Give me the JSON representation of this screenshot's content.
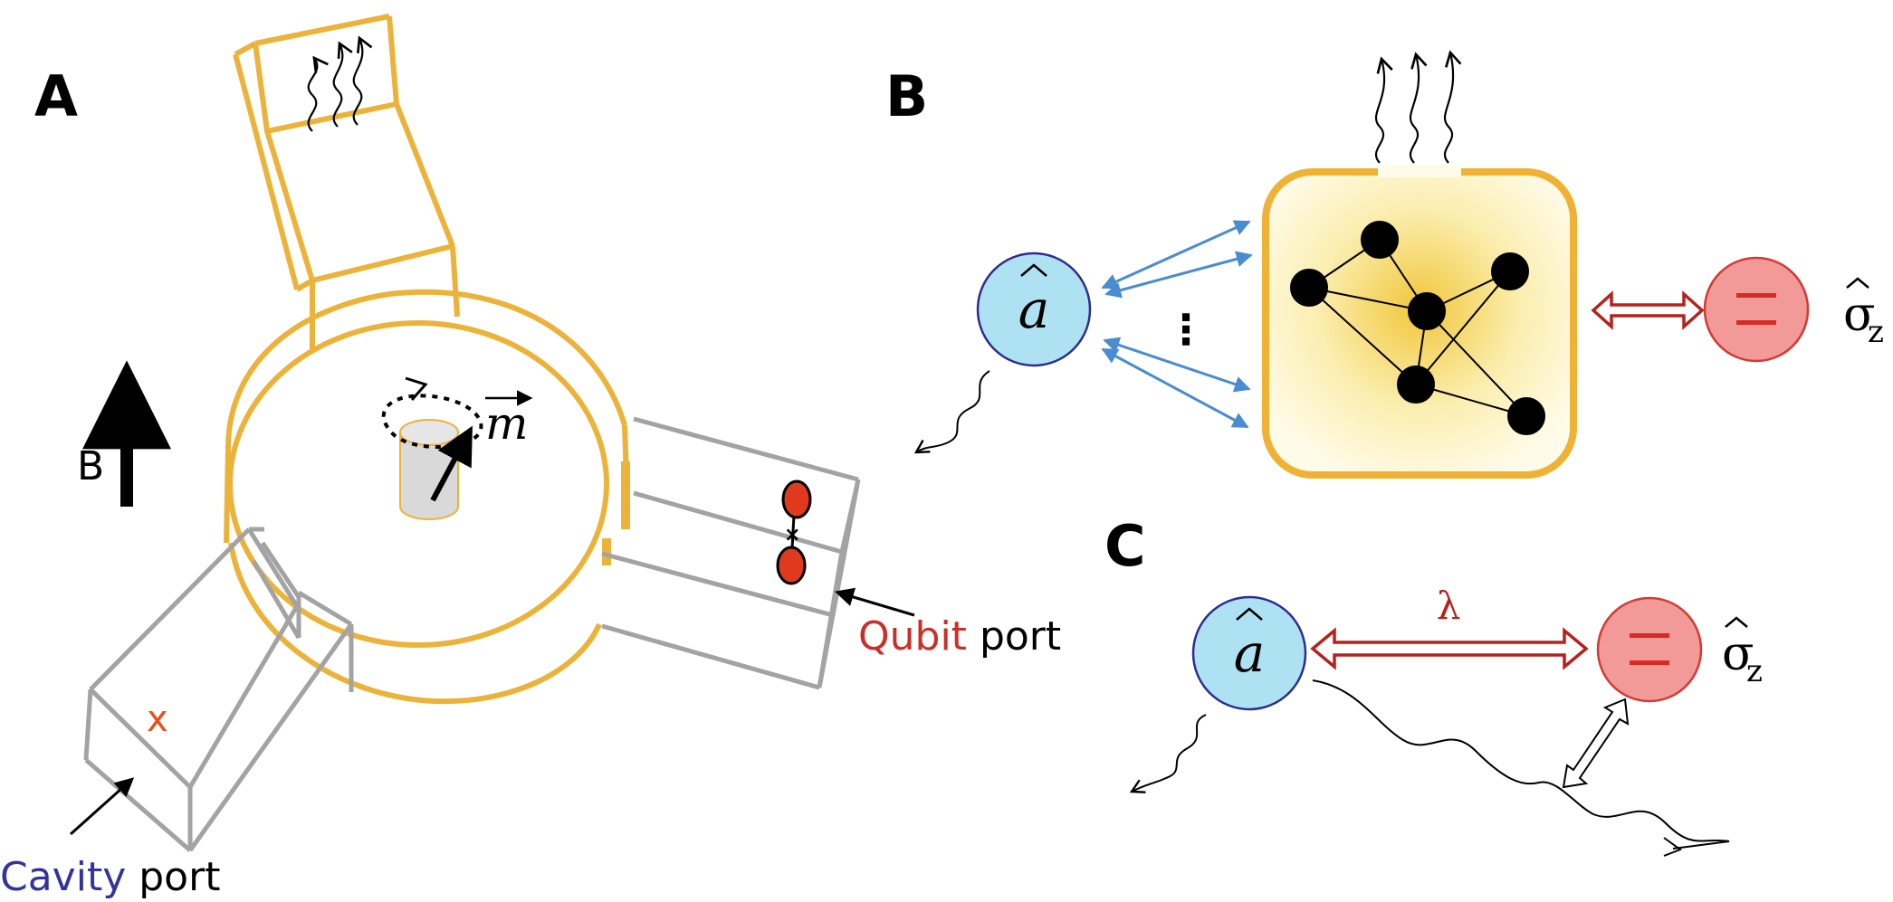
{
  "panels": {
    "a": {
      "letter": "A",
      "field_label": "B",
      "moment_symbol": "m",
      "qubit_port": {
        "word_colored": "Qubit",
        "word_plain": "port"
      },
      "cavity_port": {
        "word_colored": "Cavity",
        "word_plain": "port"
      },
      "cross_mark": "x"
    },
    "b": {
      "letter": "B",
      "mode_symbol": "a",
      "ellipsis": "⋮",
      "qubit_symbol": "σ",
      "qubit_subscript": "z"
    },
    "c": {
      "letter": "C",
      "mode_symbol": "a",
      "coupling_symbol": "λ",
      "qubit_symbol": "σ",
      "qubit_subscript": "z"
    }
  },
  "colors": {
    "cavity_wall": "#ecb33a",
    "waveguide": "#a3a3a3",
    "qubit_red": "#e03a1e",
    "cavity_blue": "#33339d",
    "mode_circle_fill": "#aee2f3",
    "mode_circle_stroke": "#2d2d8f",
    "qubit_circle_fill": "#f29a98",
    "qubit_circle_stroke": "#d43a34",
    "coupling_blue": "#4a8cd0",
    "coupling_red": "#b5221c",
    "magnon_box_stroke": "#efb234",
    "lambda_color": "#b5221c"
  },
  "icons": [
    "field-arrow-icon",
    "moment-arrow-icon",
    "precession-arrow-icon",
    "radiation-wavy-arrows-icon",
    "decay-wavy-arrow-icon",
    "double-headed-arrow-icon"
  ]
}
